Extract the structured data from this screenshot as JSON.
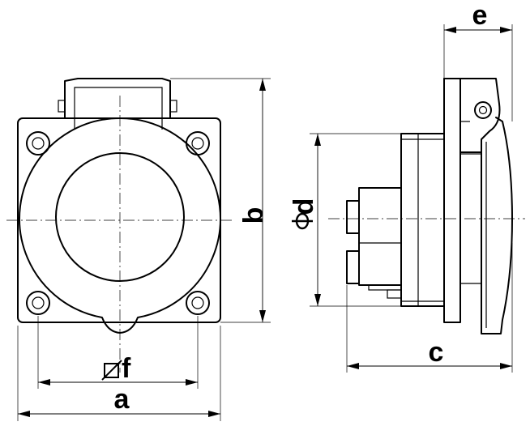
{
  "dimensions": {
    "a": "a",
    "b": "b",
    "c": "c",
    "e": "e",
    "d": "d",
    "f": "f"
  },
  "colors": {
    "line": "#000000",
    "background": "#ffffff"
  }
}
